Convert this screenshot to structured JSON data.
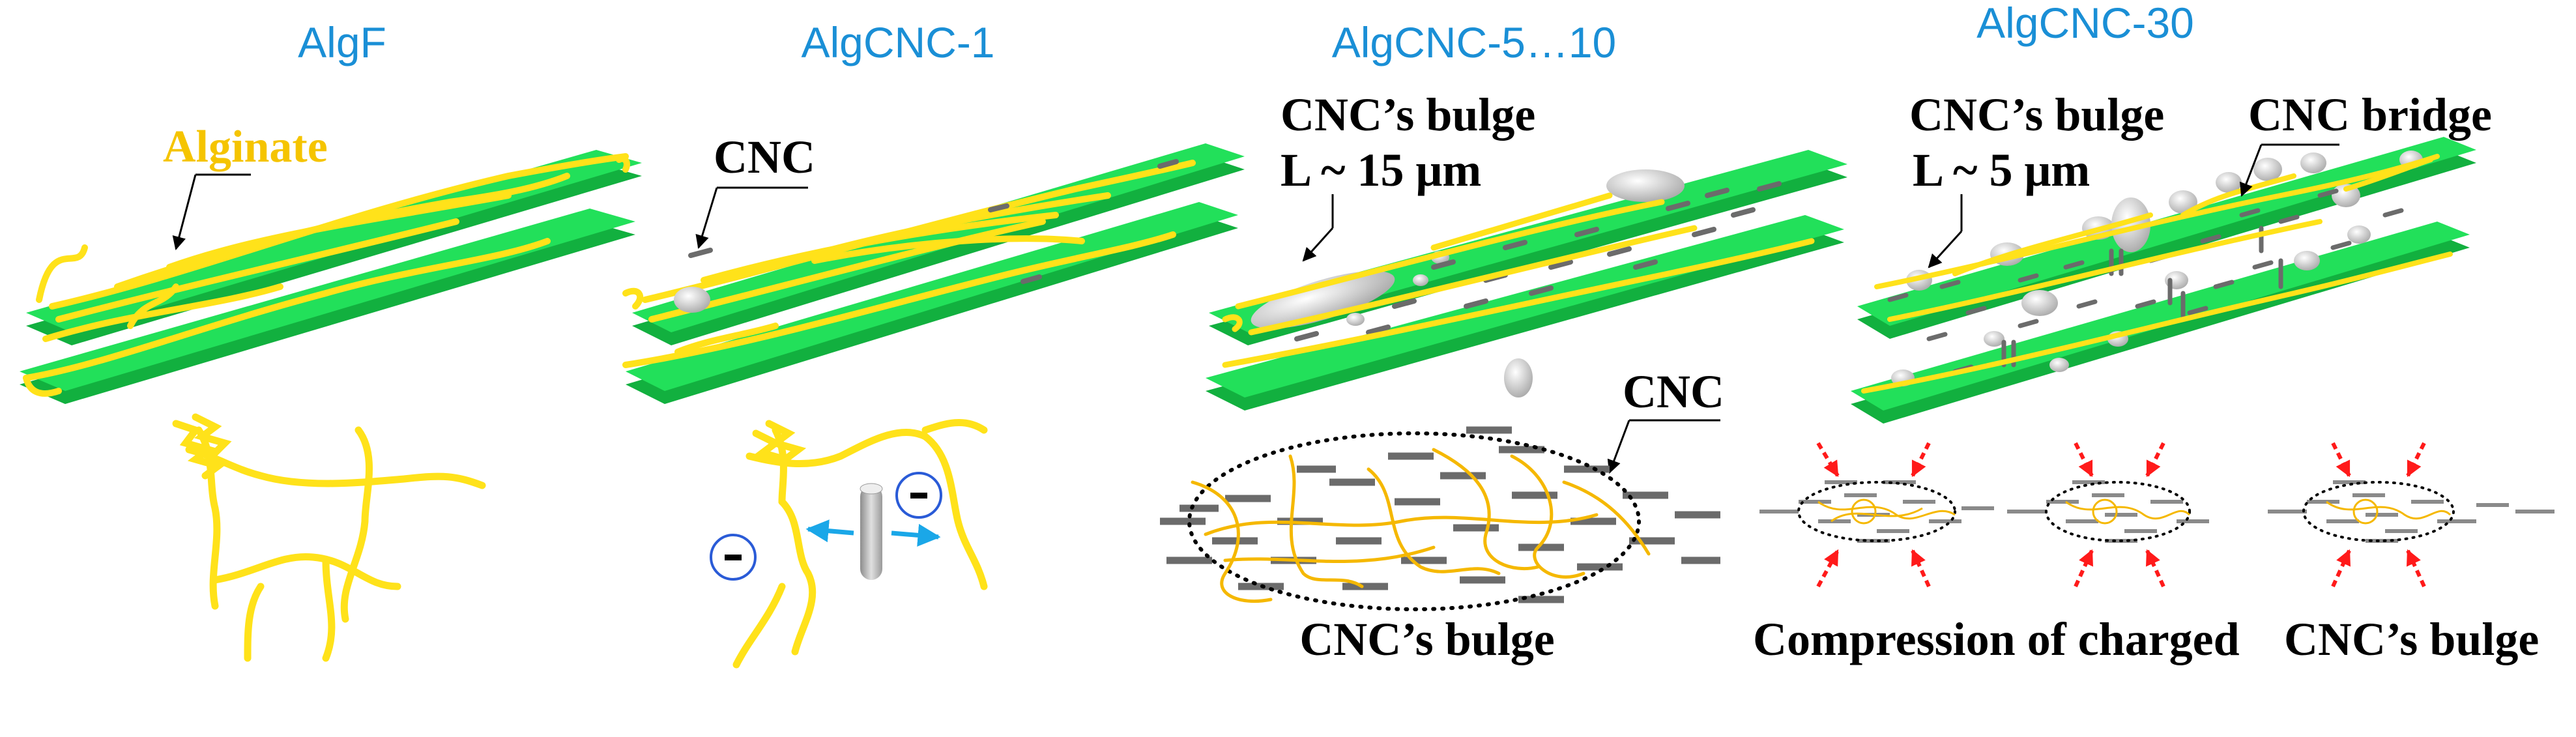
{
  "colors": {
    "title": "#1a8fd6",
    "sheet": "#22e05a",
    "sheet_edge": "#12b03f",
    "alginate": "#ffe21a",
    "alginate_label": "#f5c400",
    "cnc": "#6b6b6b",
    "bulge": "#d9d9d9",
    "arrow_red": "#ff1a1a",
    "arrow_blue": "#1aa7e8",
    "charge_ring": "#2a5bd7"
  },
  "panels": [
    {
      "title": "AlgF"
    },
    {
      "title": "AlgCNC-1"
    },
    {
      "title": "AlgCNC-5…10"
    },
    {
      "title": "AlgCNC-30"
    }
  ],
  "labels": {
    "alginate": "Alginate",
    "cnc_p2": "CNC",
    "bulge_p3_line1": "CNC’s bulge",
    "bulge_p3_line2": "L ~ 15 μm",
    "bulge_p4_line1": "CNC’s bulge",
    "bulge_p4_line2": "L ~ 5 μm",
    "cnc_bridge": "CNC bridge",
    "cnc_p3_bottom": "CNC",
    "bulge_caption_p3": "CNC’s bulge",
    "compression_caption_a": "Compression of charged",
    "compression_caption_b": "CNC’s bulge",
    "charge_symbol": "−"
  }
}
